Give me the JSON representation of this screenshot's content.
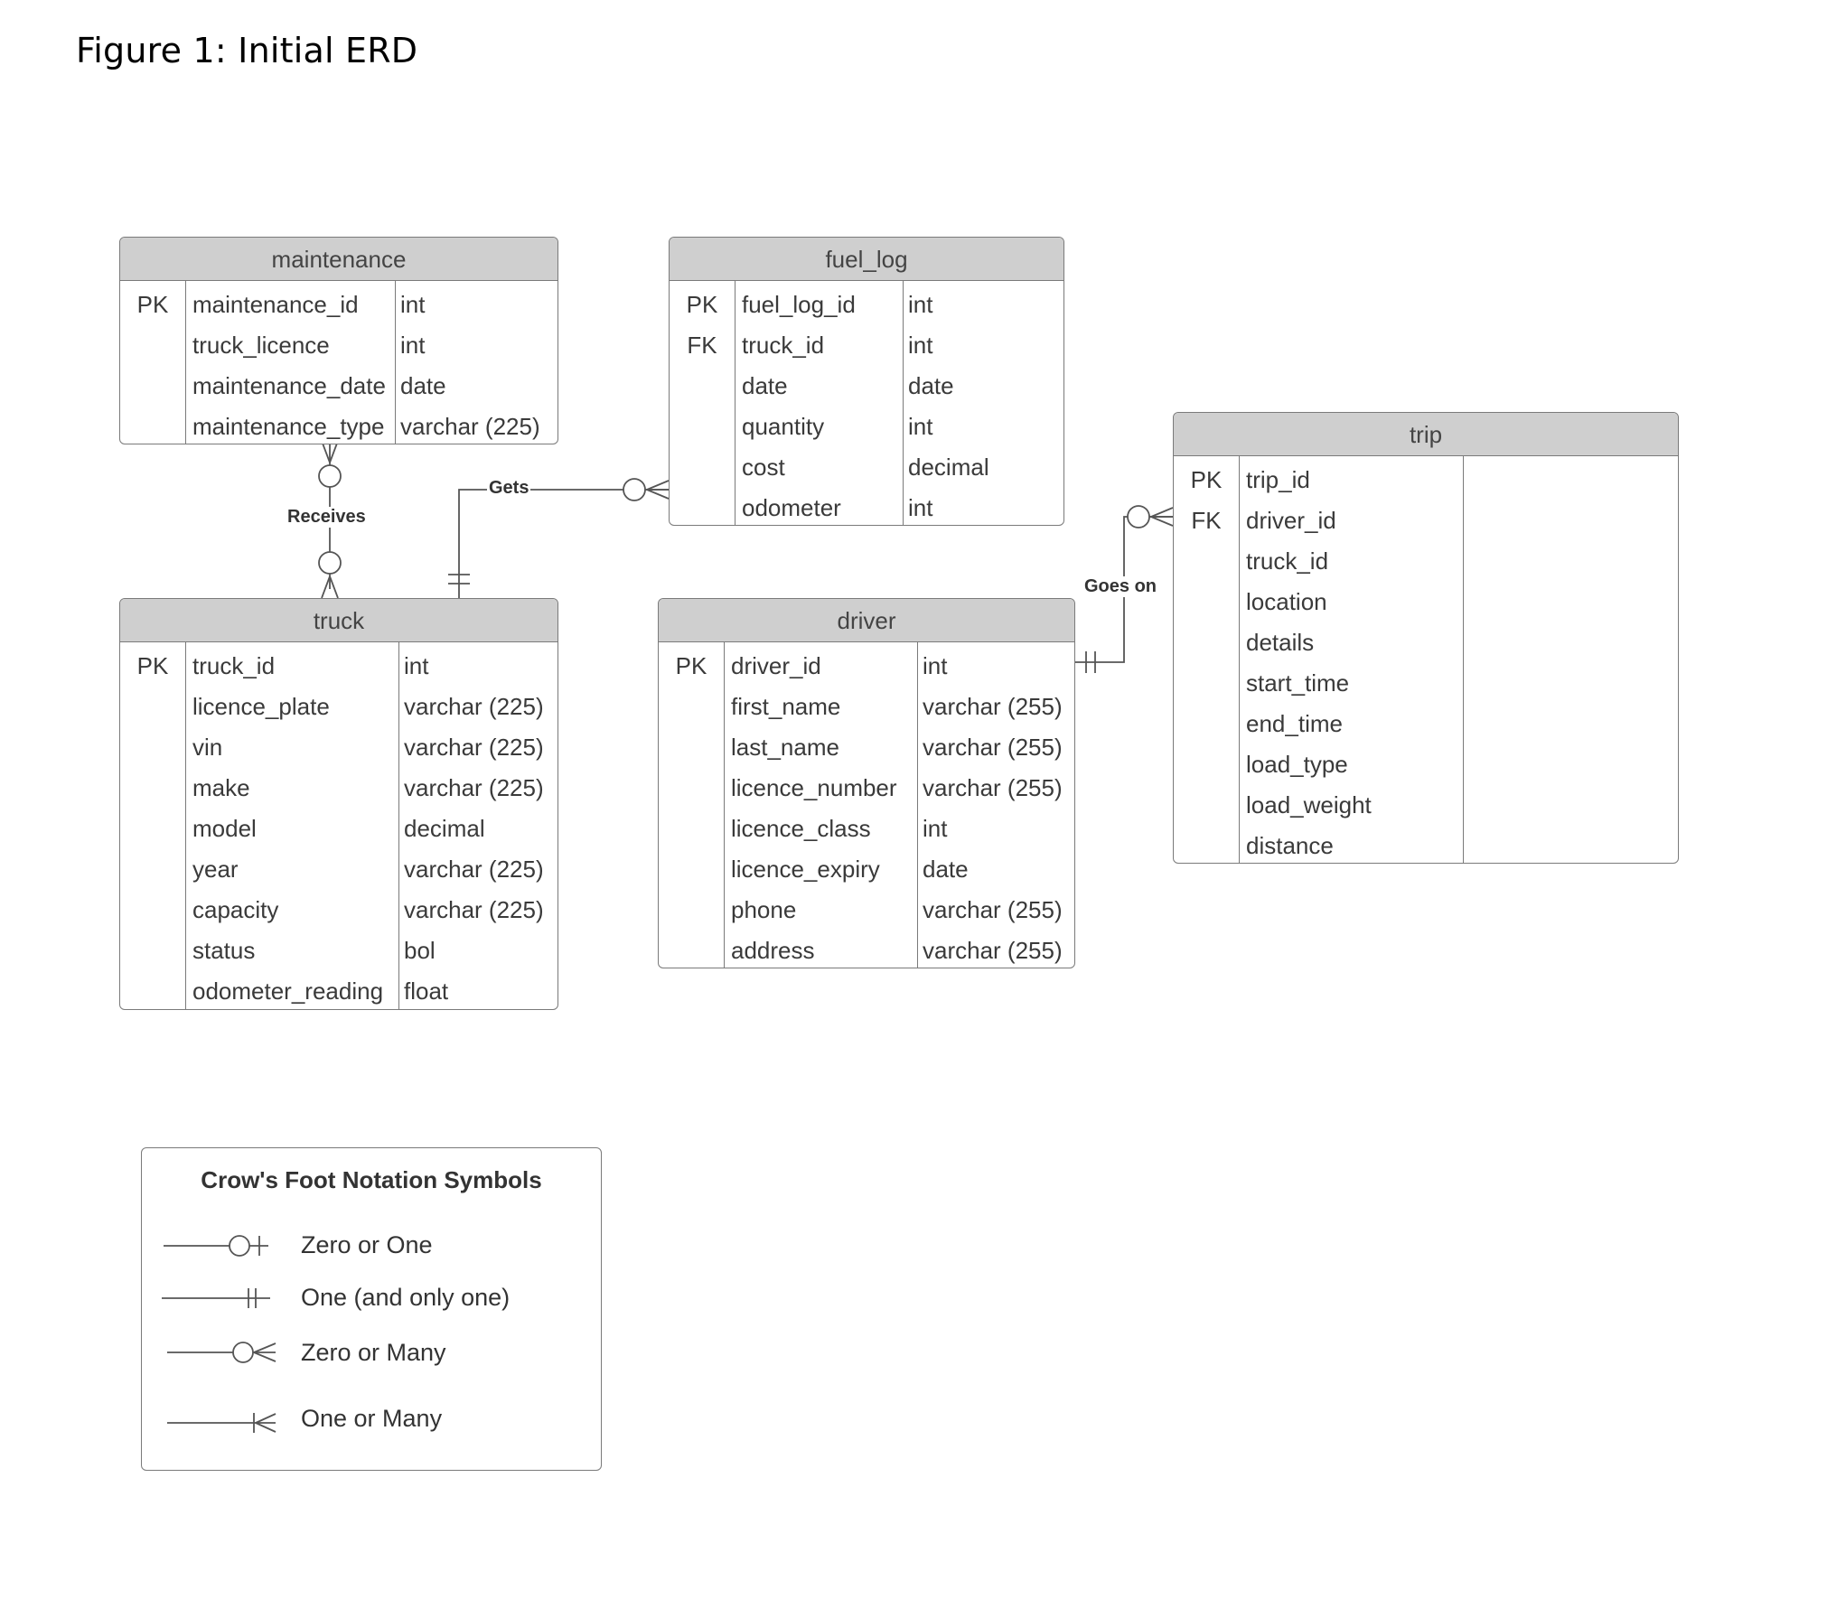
{
  "figure_title": "Figure 1: Initial ERD",
  "entities": {
    "maintenance": {
      "title": "maintenance",
      "rows": [
        {
          "key": "PK",
          "name": "maintenance_id",
          "type": "int"
        },
        {
          "key": "",
          "name": "truck_licence",
          "type": "int"
        },
        {
          "key": "",
          "name": "maintenance_date",
          "type": "date"
        },
        {
          "key": "",
          "name": "maintenance_type",
          "type": "varchar (225)"
        }
      ]
    },
    "fuel_log": {
      "title": "fuel_log",
      "rows": [
        {
          "key": "PK",
          "name": "fuel_log_id",
          "type": "int"
        },
        {
          "key": "FK",
          "name": "truck_id",
          "type": "int"
        },
        {
          "key": "",
          "name": "date",
          "type": "date"
        },
        {
          "key": "",
          "name": "quantity",
          "type": "int"
        },
        {
          "key": "",
          "name": "cost",
          "type": "decimal"
        },
        {
          "key": "",
          "name": "odometer",
          "type": "int"
        }
      ]
    },
    "trip": {
      "title": "trip",
      "rows": [
        {
          "key": "PK",
          "name": "trip_id",
          "type": ""
        },
        {
          "key": "FK",
          "name": "driver_id",
          "type": ""
        },
        {
          "key": "",
          "name": "truck_id",
          "type": ""
        },
        {
          "key": "",
          "name": "location",
          "type": ""
        },
        {
          "key": "",
          "name": "details",
          "type": ""
        },
        {
          "key": "",
          "name": "start_time",
          "type": ""
        },
        {
          "key": "",
          "name": "end_time",
          "type": ""
        },
        {
          "key": "",
          "name": "load_type",
          "type": ""
        },
        {
          "key": "",
          "name": "load_weight",
          "type": ""
        },
        {
          "key": "",
          "name": "distance",
          "type": ""
        }
      ]
    },
    "truck": {
      "title": "truck",
      "rows": [
        {
          "key": "PK",
          "name": "truck_id",
          "type": "int"
        },
        {
          "key": "",
          "name": "licence_plate",
          "type": "varchar (225)"
        },
        {
          "key": "",
          "name": "vin",
          "type": "varchar (225)"
        },
        {
          "key": "",
          "name": "make",
          "type": "varchar (225)"
        },
        {
          "key": "",
          "name": "model",
          "type": "decimal"
        },
        {
          "key": "",
          "name": "year",
          "type": "varchar (225)"
        },
        {
          "key": "",
          "name": "capacity",
          "type": "varchar (225)"
        },
        {
          "key": "",
          "name": "status",
          "type": "bol"
        },
        {
          "key": "",
          "name": "odometer_reading",
          "type": "float"
        }
      ]
    },
    "driver": {
      "title": "driver",
      "rows": [
        {
          "key": "PK",
          "name": "driver_id",
          "type": "int"
        },
        {
          "key": "",
          "name": "first_name",
          "type": "varchar (255)"
        },
        {
          "key": "",
          "name": "last_name",
          "type": "varchar (255)"
        },
        {
          "key": "",
          "name": "licence_number",
          "type": "varchar (255)"
        },
        {
          "key": "",
          "name": "licence_class",
          "type": "int"
        },
        {
          "key": "",
          "name": "licence_expiry",
          "type": "date"
        },
        {
          "key": "",
          "name": "phone",
          "type": "varchar (255)"
        },
        {
          "key": "",
          "name": "address",
          "type": "varchar (255)"
        }
      ]
    }
  },
  "relationships": {
    "receives": "Receives",
    "gets": "Gets",
    "goes_on": "Goes on"
  },
  "legend": {
    "title": "Crow's Foot Notation Symbols",
    "items": {
      "zero_or_one": "Zero or One",
      "one_and_only_one": "One (and only one)",
      "zero_or_many": "Zero or Many",
      "one_or_many": "One or Many"
    }
  }
}
